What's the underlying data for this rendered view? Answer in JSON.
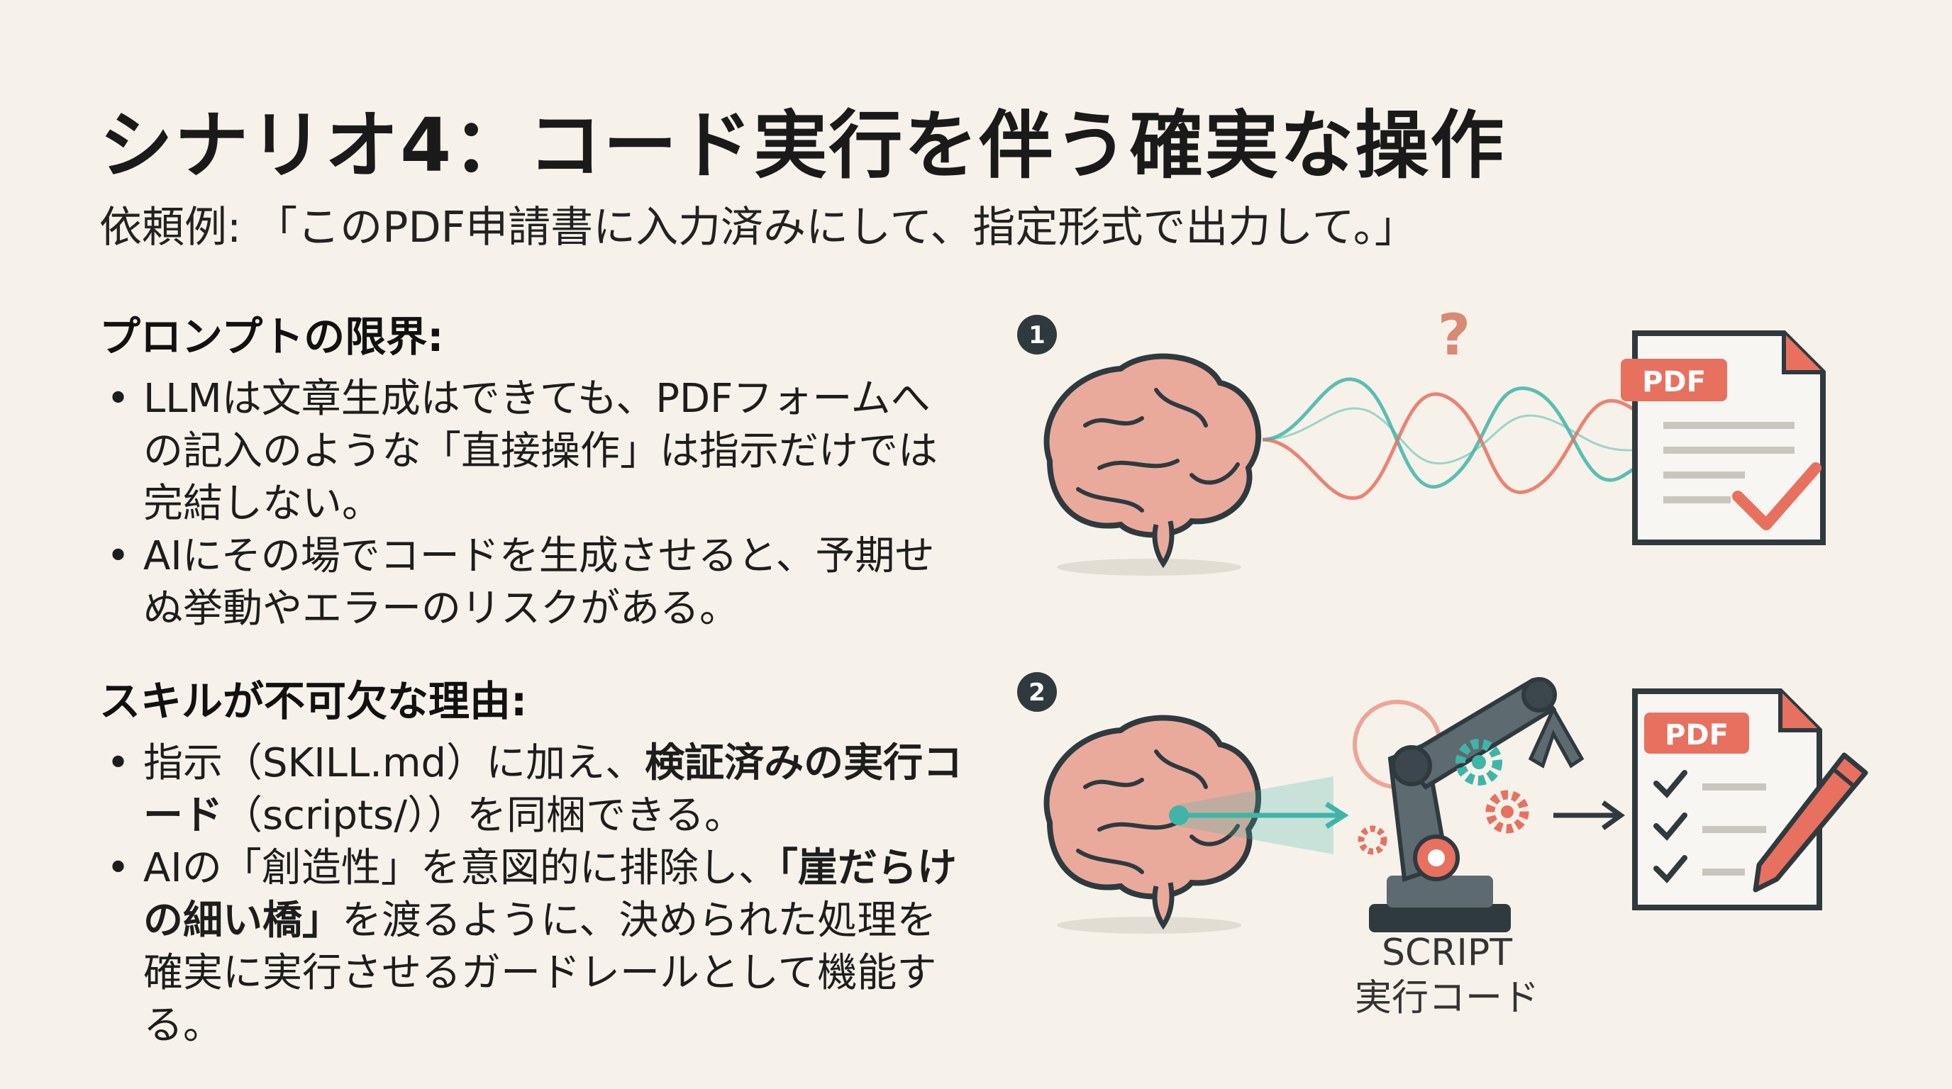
{
  "title": "シナリオ4：コード実行を伴う確実な操作",
  "subtitle": "依頼例: 「このPDF申請書に入力済みにして、指定形式で出力して。」",
  "limits": {
    "heading": "プロンプトの限界:",
    "bullets": [
      "LLMは文章生成はできても、PDFフォームへの記入のような「直接操作」は指示だけでは完結しない。",
      "AIにその場でコードを生成させると、予期せぬ挙動やエラーのリスクがある。"
    ]
  },
  "reasons": {
    "heading": "スキルが不可欠な理由:",
    "bullet1": {
      "pre": "指示（SKILL.md）に加え、",
      "bold": "検証済みの実行コード",
      "post": "（scripts/））を同梱できる。"
    },
    "bullet2": {
      "pre": "AIの「創造性」を意図的に排除し、",
      "bold": "「崖だらけの細い橋」",
      "post": "を渡るように、決められた処理を確実に実行させるガードレールとして機能する。"
    }
  },
  "bullet_symbol": "•",
  "figure1": {
    "step": "1",
    "question_mark": "?",
    "doc_label": "PDF",
    "icons": [
      "brain-icon",
      "wave-signal-icon",
      "pdf-document-icon",
      "checkmark-icon"
    ]
  },
  "figure2": {
    "step": "2",
    "doc_label": "PDF",
    "script_label": "SCRIPT",
    "script_sublabel": "実行コード",
    "icons": [
      "brain-icon",
      "robot-arm-icon",
      "gear-icon",
      "pdf-checklist-icon",
      "pen-icon"
    ]
  },
  "colors": {
    "background": "#f6f2ea",
    "teal": "#3fb5a8",
    "coral": "#e8705f",
    "dark": "#2f3a3f",
    "brain": "#e9aa9c"
  }
}
